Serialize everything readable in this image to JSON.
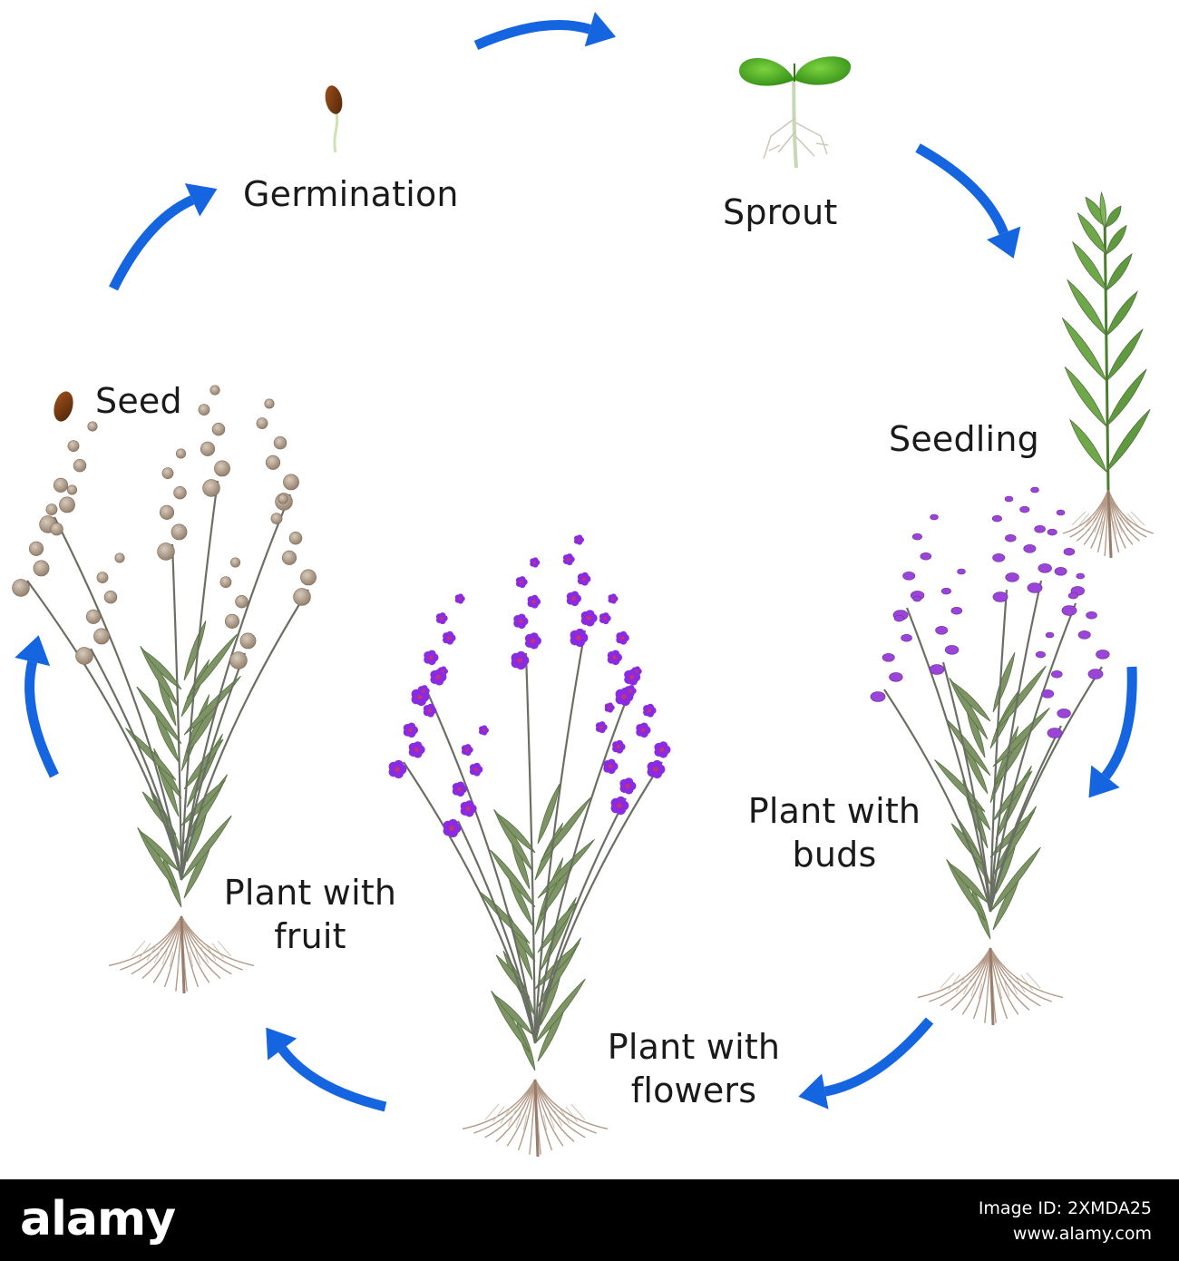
{
  "stages": [
    {
      "id": "seed",
      "label": "Seed"
    },
    {
      "id": "germination",
      "label": "Germination"
    },
    {
      "id": "sprout",
      "label": "Sprout"
    },
    {
      "id": "seedling",
      "label": "Seedling"
    },
    {
      "id": "buds",
      "label_line1": "Plant with",
      "label_line2": "buds"
    },
    {
      "id": "flowers",
      "label_line1": "Plant with",
      "label_line2": "flowers"
    },
    {
      "id": "fruit",
      "label_line1": "Plant with",
      "label_line2": "fruit"
    }
  ],
  "colors": {
    "arrow": "#1565e0",
    "leaf": "#6e8a5a",
    "stem": "#6a6f63",
    "flower": "#8a2be2",
    "flower_center": "#c8326e",
    "bud": "#9b45d8",
    "seedpod": "#a08b76",
    "seed": "#7a3e12",
    "sprout": "#3f9b1e",
    "root": "#b49a88"
  },
  "footer": {
    "brand": "alamy",
    "image_id_line": "Image ID: 2XMDA25",
    "site": "www.alamy.com"
  }
}
